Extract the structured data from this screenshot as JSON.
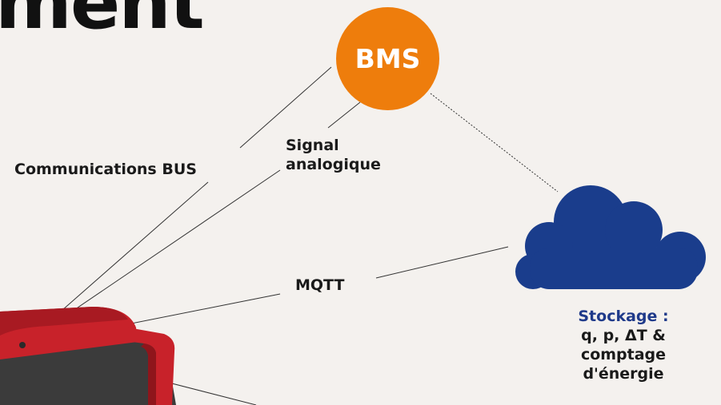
{
  "heading_fragment": "ment",
  "bms": {
    "label": "BMS",
    "color": "#ee7d0c"
  },
  "connections": {
    "bus": "Communications BUS",
    "signal_line1": "Signal",
    "signal_line2": "analogique",
    "mqtt": "MQTT"
  },
  "storage": {
    "title": "Stockage :",
    "line1": "q, p, ΔT &",
    "line2": "comptage",
    "line3": "d'énergie"
  },
  "colors": {
    "cloud": "#1a3d8c",
    "device_red": "#c8222a",
    "device_dark": "#3b3b3b",
    "storage_title": "#1f3a8a"
  },
  "icons": [
    "cloud-icon",
    "device-icon"
  ]
}
